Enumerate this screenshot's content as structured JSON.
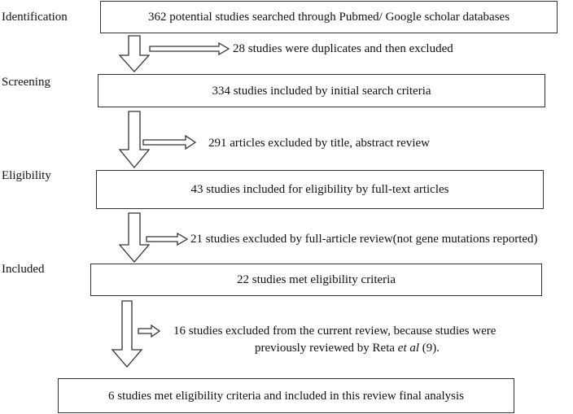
{
  "stages": {
    "identification": "Identification",
    "screening": "Screening",
    "eligibility": "Eligibility",
    "included": "Included"
  },
  "boxes": {
    "identified": "362 potential studies searched through Pubmed/ Google scholar databases",
    "screened": "334 studies included by initial search criteria",
    "eligible": "43 studies included for eligibility by full-text articles",
    "met_criteria": "22 studies met eligibility criteria",
    "final": "6 studies met eligibility criteria and included in this review final analysis"
  },
  "exclusions": {
    "duplicates": "28 studies were duplicates and then excluded",
    "title_abstract": "291 articles excluded by title, abstract review",
    "full_article": "21 studies excluded by full-article review(not gene mutations reported)",
    "current_review_line1": "16 studies excluded from the current review, because studies were",
    "current_review_line2_prefix": "previously reviewed by Reta ",
    "current_review_line2_italic": "et al",
    "current_review_line2_suffix": " (9)."
  }
}
